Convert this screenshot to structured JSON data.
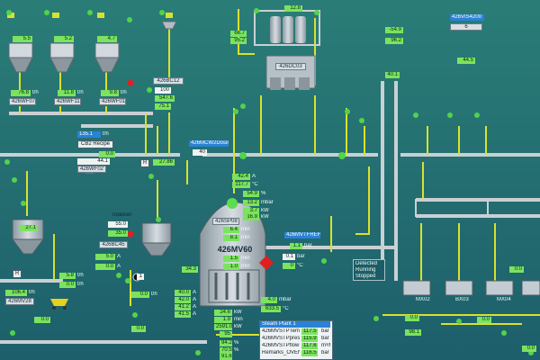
{
  "colors": {
    "background": "#1f6f73",
    "pipe": "#d7df2e",
    "vessel": "#b9c4cb",
    "value_bg": "#7be35f",
    "status_dot": "#52d34a",
    "alarm": "#e02020"
  },
  "bins": {
    "b1": {
      "level": "5.5",
      "weight": "76.8",
      "tag": "426WF07"
    },
    "b2": {
      "level": "5.2",
      "weight": "11.8",
      "tag": "426WF11"
    },
    "b3": {
      "level": "4.7",
      "weight": "9.8",
      "tag": "426WF01"
    }
  },
  "units": {
    "th": "t/h",
    "pct": "%",
    "a": "A",
    "kw": "kW",
    "min": "min",
    "mbar": "mbar",
    "deg": "°C",
    "bar": "bar"
  },
  "right_tank": {
    "tag": "426BC12",
    "value1": "100",
    "value2": "547.6",
    "value3": "75.1"
  },
  "dust_filter": {
    "tag": "426DC03",
    "level": "12.8",
    "v1": "66.7",
    "v2": "95.2",
    "v3": "-54.9",
    "v4": "96.2",
    "v5": "44.5",
    "stat_value": "6"
  },
  "recipe": {
    "value": "135.1",
    "unit": "t/h",
    "button": "CB2 Recipe"
  },
  "mid_left": {
    "r_button": "R",
    "value": "27.86",
    "pct_value": "44.1",
    "small": "5"
  },
  "sensor": {
    "value": "40",
    "label": "426MCW2Dosing"
  },
  "totaliser": {
    "label": "Totaliser",
    "tag": "426BC45",
    "value1": "55.0",
    "value2": "35.0",
    "left_value": "5.0",
    "a_value": "0.0",
    "a2_value": "0.0",
    "small_box": "1"
  },
  "left_tank": {
    "value": "27.1",
    "bottom_value": "106.4",
    "bottom_tag": "426MV28",
    "r_label": "R"
  },
  "weigh_left": {
    "v1": "5.8",
    "v2": "0.0",
    "v3": "0.0",
    "v4": "0.0",
    "tag": "426WF02"
  },
  "mixer": {
    "tag": "426MV60",
    "top_tag": "426SP08",
    "v_a": "6.4",
    "v_b": "8.1",
    "v_c": "1.5",
    "v_d": "1.0",
    "top_value1": "42.4",
    "top_value2": "117.7",
    "mbar_value": "13.2",
    "pct_value": "54.9",
    "kw_value1": "3.7",
    "kw_value2": "16.9"
  },
  "mixer_left": {
    "v1": "34.3",
    "v2": "40.0",
    "v3": "42.0",
    "v4": "41.2",
    "v5": "41.5"
  },
  "mixer_bottom": {
    "v1": "24.6",
    "v2": "1.9",
    "v3": "2591.0",
    "v4": "95",
    "v5": "94.2",
    "v6": "70.5",
    "v7": "91.6"
  },
  "mixer_right": {
    "v1": "4.0",
    "v2": "633.5"
  },
  "steam": {
    "title": "426MVTFREH",
    "v1": "1.1",
    "v2": "0.1",
    "v3": "0"
  },
  "legend": {
    "item1": "Detected",
    "item2": "Running",
    "item3": "Stopped"
  },
  "bottom_table": {
    "header": "Steam Plant 1",
    "rows": [
      {
        "label": "426MVSTPTemp",
        "value": "117.5",
        "unit": "bar"
      },
      {
        "label": "426MVSTPpres",
        "value": "115.9",
        "unit": "bar"
      },
      {
        "label": "426MVSTPflow",
        "value": "117.6",
        "unit": "m³/h"
      },
      {
        "label": "Remarks_OVEN",
        "value": "116.5",
        "unit": "bar"
      }
    ]
  },
  "right_top": {
    "box": "426VIS4200",
    "value": "40.1"
  },
  "right_bottom": {
    "c1": "MX02",
    "c2": "BX03",
    "c3": "MX04",
    "v1": "0.0",
    "v2": "0.0",
    "v3": "0.0",
    "v4": "98.1",
    "v5": "0.0"
  },
  "bottom_left": {
    "value": "0.0"
  }
}
